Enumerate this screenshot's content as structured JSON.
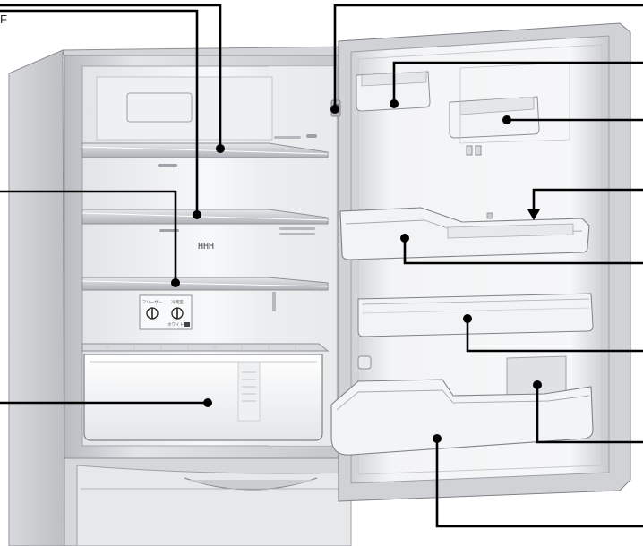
{
  "figure": {
    "corner_label": "F",
    "control_panel": {
      "left_caption": "フリーザー",
      "right_caption": "冷蔵室",
      "bottom_caption": "ホワイト"
    },
    "vent_mark": "HHH",
    "callouts": [
      {
        "id": "callout-upper-shelf",
        "target": "upper glass shelf"
      },
      {
        "id": "callout-middle-shelf",
        "target": "middle glass shelf"
      },
      {
        "id": "callout-lower-shelf",
        "target": "lower glass shelf"
      },
      {
        "id": "callout-crisper-drawer",
        "target": "crisper drawer"
      },
      {
        "id": "callout-door-switch",
        "target": "door switch"
      },
      {
        "id": "callout-door-pocket-top-left",
        "target": "top-left door pocket"
      },
      {
        "id": "callout-door-pocket-top-right",
        "target": "top-right door pocket"
      },
      {
        "id": "callout-door-divider",
        "target": "door shelf divider"
      },
      {
        "id": "callout-door-shelf",
        "target": "middle door shelf"
      },
      {
        "id": "callout-door-pocket-lower",
        "target": "lower door pocket"
      },
      {
        "id": "callout-bottle-stopper",
        "target": "bottle stopper"
      },
      {
        "id": "callout-bottle-pocket",
        "target": "bottle pocket"
      }
    ]
  },
  "colors": {
    "line": "#000000",
    "body_light": "#e8e9eb",
    "body_mid": "#c9cbcf",
    "body_dark": "#9ea1a6",
    "interior": "#f4f5f6",
    "clear_plastic": "#f2f3f5"
  }
}
